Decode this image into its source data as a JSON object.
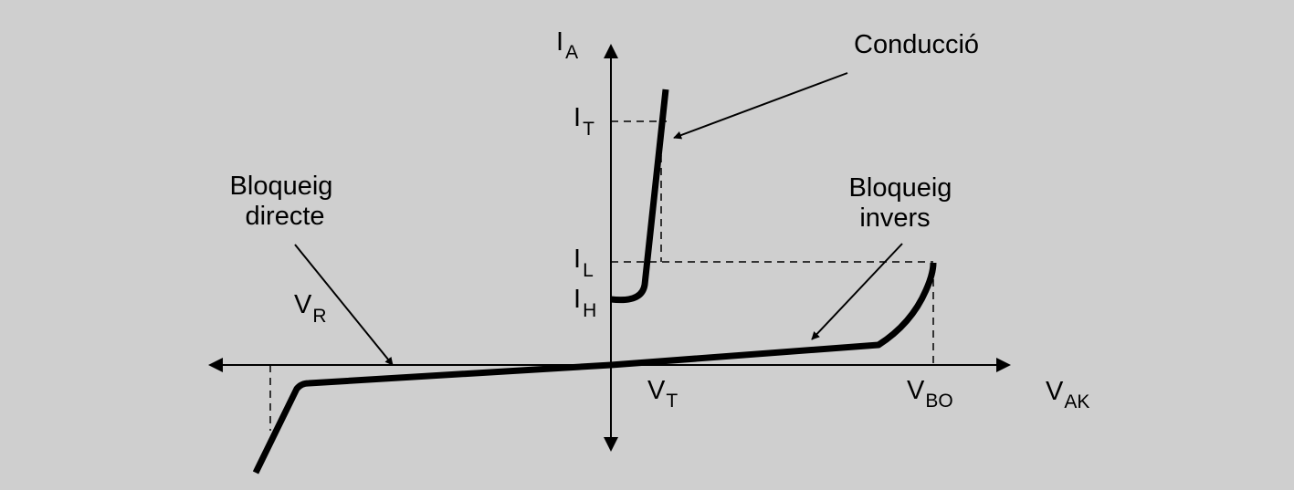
{
  "diagram": {
    "axes": {
      "y_main": "I",
      "y_sub": "A",
      "x_main": "V",
      "x_sub": "AK"
    },
    "current_labels": {
      "it": {
        "main": "I",
        "sub": "T"
      },
      "il": {
        "main": "I",
        "sub": "L"
      },
      "ih": {
        "main": "I",
        "sub": "H"
      }
    },
    "voltage_labels": {
      "vr": {
        "main": "V",
        "sub": "R"
      },
      "vt": {
        "main": "V",
        "sub": "T"
      },
      "vbo": {
        "main": "V",
        "sub": "BO"
      }
    },
    "regions": {
      "conduccio": "Conducció",
      "bloqueig_directe": [
        "Bloqueig",
        "directe"
      ],
      "bloqueig_invers": [
        "Bloqueig",
        "invers"
      ]
    },
    "colors": {
      "background": "#cfcfcf",
      "ink": "#000000"
    }
  }
}
